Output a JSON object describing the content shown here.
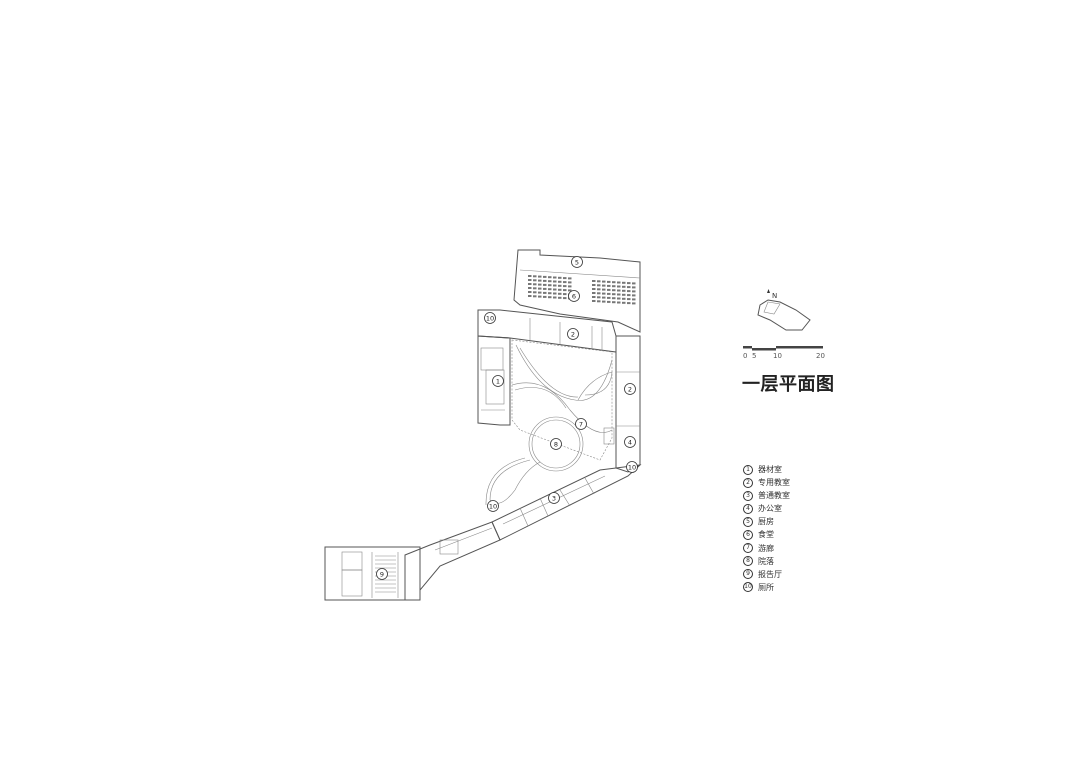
{
  "title": "一层平面图",
  "north_label": "N",
  "scale_bar": {
    "ticks": [
      "0",
      "5",
      "10",
      "20"
    ]
  },
  "legend": [
    {
      "mark": "1",
      "label": "器材室"
    },
    {
      "mark": "2",
      "label": "专用教室"
    },
    {
      "mark": "3",
      "label": "普通教室"
    },
    {
      "mark": "4",
      "label": "办公室"
    },
    {
      "mark": "5",
      "label": "厨房"
    },
    {
      "mark": "6",
      "label": "食堂"
    },
    {
      "mark": "7",
      "label": "游廊"
    },
    {
      "mark": "8",
      "label": "院落"
    },
    {
      "mark": "9",
      "label": "报告厅"
    },
    {
      "mark": "10",
      "label": "厕所"
    }
  ],
  "plan_markers": [
    "5",
    "6",
    "10",
    "2",
    "1",
    "2",
    "7",
    "8",
    "4",
    "10",
    "3",
    "10",
    "9"
  ]
}
